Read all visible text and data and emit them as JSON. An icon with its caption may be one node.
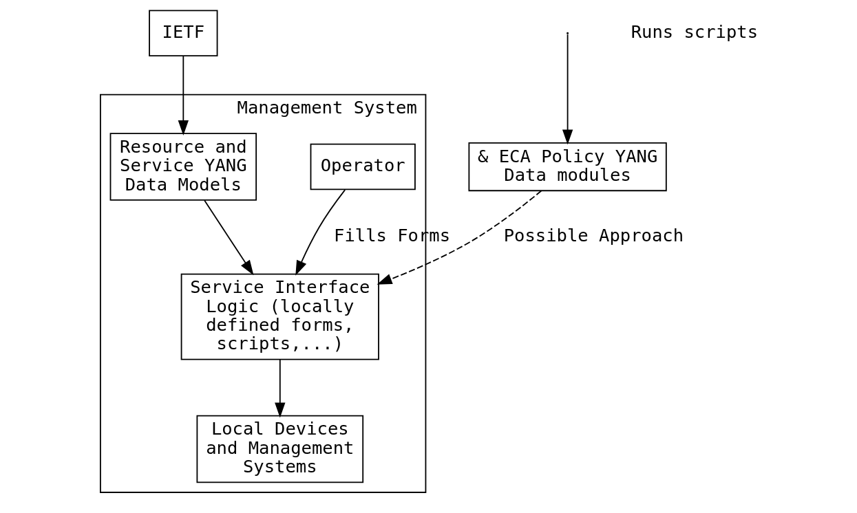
{
  "diagram": {
    "nodes": [
      {
        "text": [
          "& ECA Policy YANG Data modules"
        ]
      },
      {
        "text": [
          "Management System"
        ]
      },
      {
        "text": [
          "Operator"
        ],
        "in": 1
      },
      {
        "text": [
          "Service Interface Logic (locally defined forms, scripts,...)"
        ],
        "in": 1
      },
      {
        "text": [
          "Resource and Service YANG Data Models"
        ],
        "in": 1
      },
      {
        "text": [
          "Local Devices and Management Systems"
        ],
        "in": 1
      },
      {
        "text": [
          "IETF"
        ]
      }
    ],
    "edges": [
      {
        "from": null,
        "to": 0,
        "arrow": "to"
      },
      {
        "from": 0,
        "to": 3,
        "arrow": "to",
        "label": "Possible Approach",
        "style": "dashed"
      },
      {
        "from": 2,
        "to": 3,
        "arrow": "to",
        "label": "Fills Forms"
      },
      {
        "from": 4,
        "to": 3,
        "arrow": "to"
      },
      {
        "from": 6,
        "to": 4,
        "arrow": "to"
      },
      {
        "from": 3,
        "to": 5,
        "arrow": "to"
      }
    ],
    "labels": [
      "Runs scripts"
    ]
  }
}
